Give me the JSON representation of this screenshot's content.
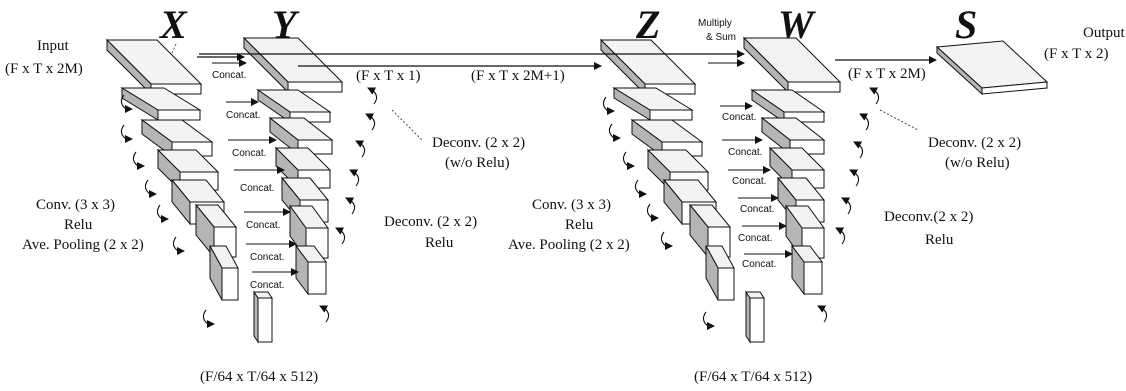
{
  "variables": {
    "x": "X",
    "y": "Y",
    "z": "Z",
    "w": "W",
    "s": "S"
  },
  "labels": {
    "input_title": "Input",
    "input_dims": "(F x T x 2M)",
    "output_title": "Output",
    "output_dims": "(F x T x 2)",
    "y_dims": "(F x T x 1)",
    "mid_dims": "(F x T x 2M+1)",
    "w_dims": "(F x T x 2M)",
    "multiply_sum_1": "Multiply",
    "multiply_sum_2": "& Sum",
    "concat": "Concat.",
    "left_deconv_last_1": "Deconv. (2 x 2)",
    "left_deconv_last_2": "(w/o Relu)",
    "left_deconv_1": "Deconv. (2 x 2)",
    "left_deconv_2": "Relu",
    "left_conv_1": "Conv. (3 x 3)",
    "left_conv_2": "Relu",
    "left_pool": "Ave. Pooling (2 x 2)",
    "right_deconv_last_1": "Deconv. (2 x 2)",
    "right_deconv_last_2": "(w/o Relu)",
    "right_deconv_1": "Deconv.(2 x 2)",
    "right_deconv_2": "Relu",
    "right_conv_1": "Conv. (3 x 3)",
    "right_conv_2": "Relu",
    "right_pool": "Ave. Pooling (2 x 2)",
    "bottleneck_left": "(F/64 x T/64 x 512)",
    "bottleneck_right": "(F/64 x T/64 x 512)"
  }
}
